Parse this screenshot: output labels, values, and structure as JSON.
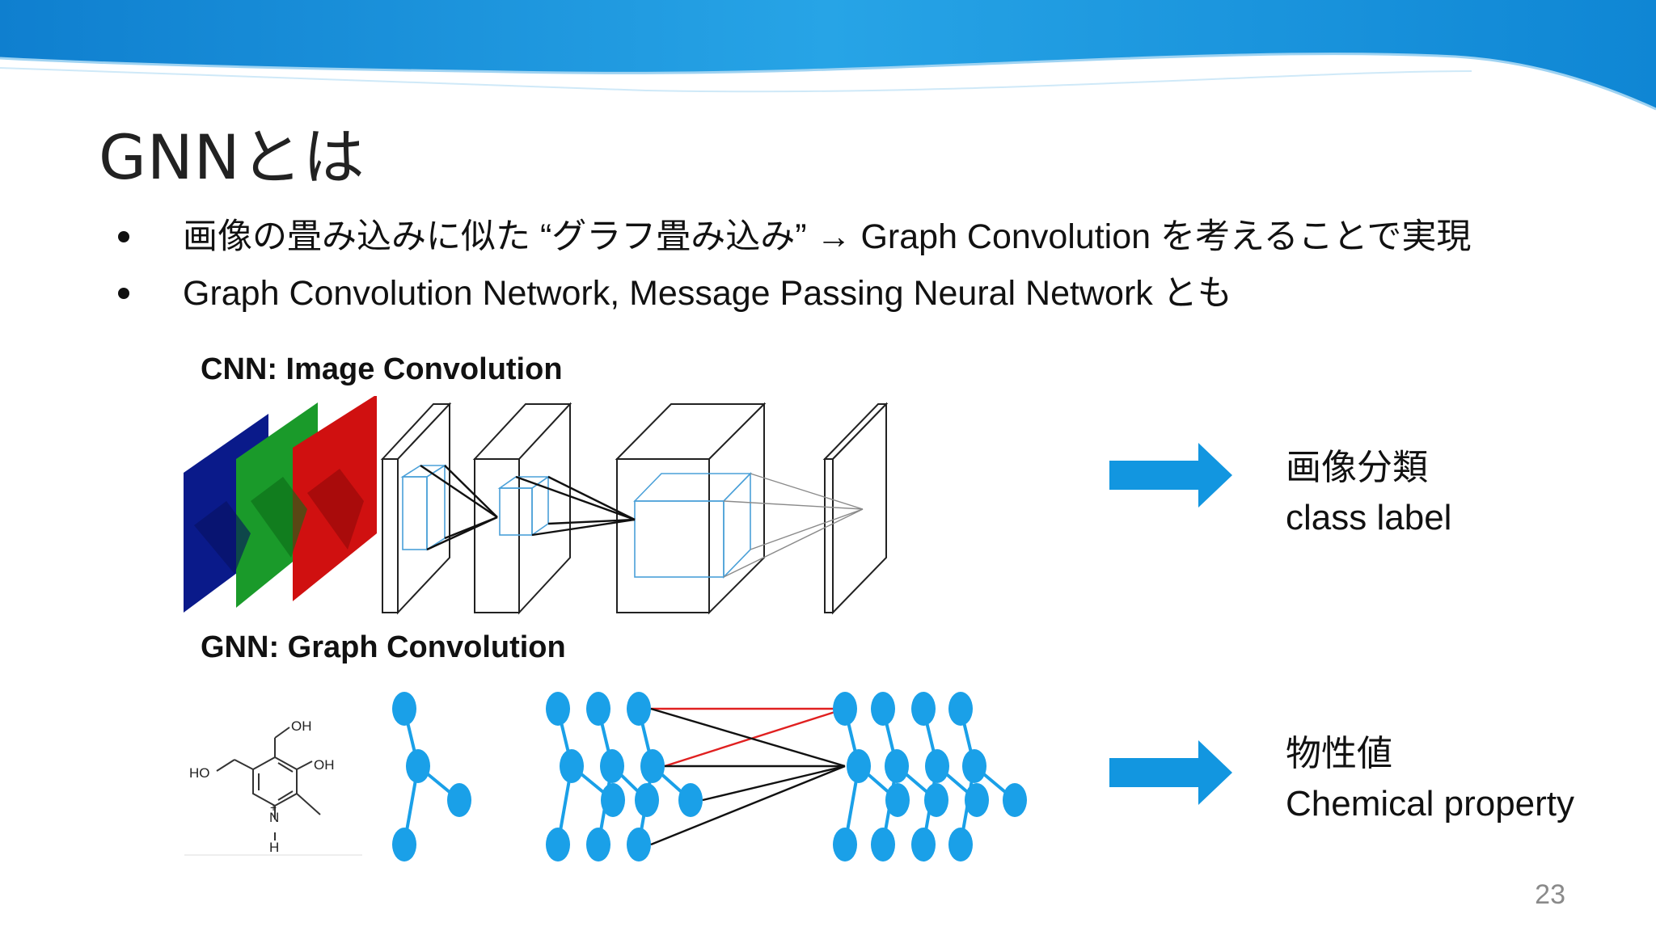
{
  "slide": {
    "title": "GNNとは",
    "bullets": [
      "画像の畳み込みに似た “グラフ畳み込み” → Graph Convolution を考えることで実現",
      "Graph Convolution Network, Message Passing Neural Network とも"
    ],
    "page_number": "23"
  },
  "cnn": {
    "heading": "CNN: Image Convolution",
    "output_jp": "画像分類",
    "output_en": "class label"
  },
  "gnn": {
    "heading": "GNN: Graph Convolution",
    "output_jp": "物性値",
    "output_en": "Chemical property",
    "molecule_labels": {
      "oh_top": "OH",
      "oh_right": "OH",
      "ho_left": "HO",
      "nitrogen": "N",
      "plus": "+",
      "hydrogen": "H"
    }
  },
  "colors": {
    "banner": "#1a8fd8",
    "arrow": "#1296e0",
    "node": "#1aa0e8",
    "red_edge": "#e02020",
    "box_inner": "#4aa0d8",
    "channel_blue": "#0a1a8a",
    "channel_green": "#1a9a2a",
    "channel_red": "#d01010"
  }
}
